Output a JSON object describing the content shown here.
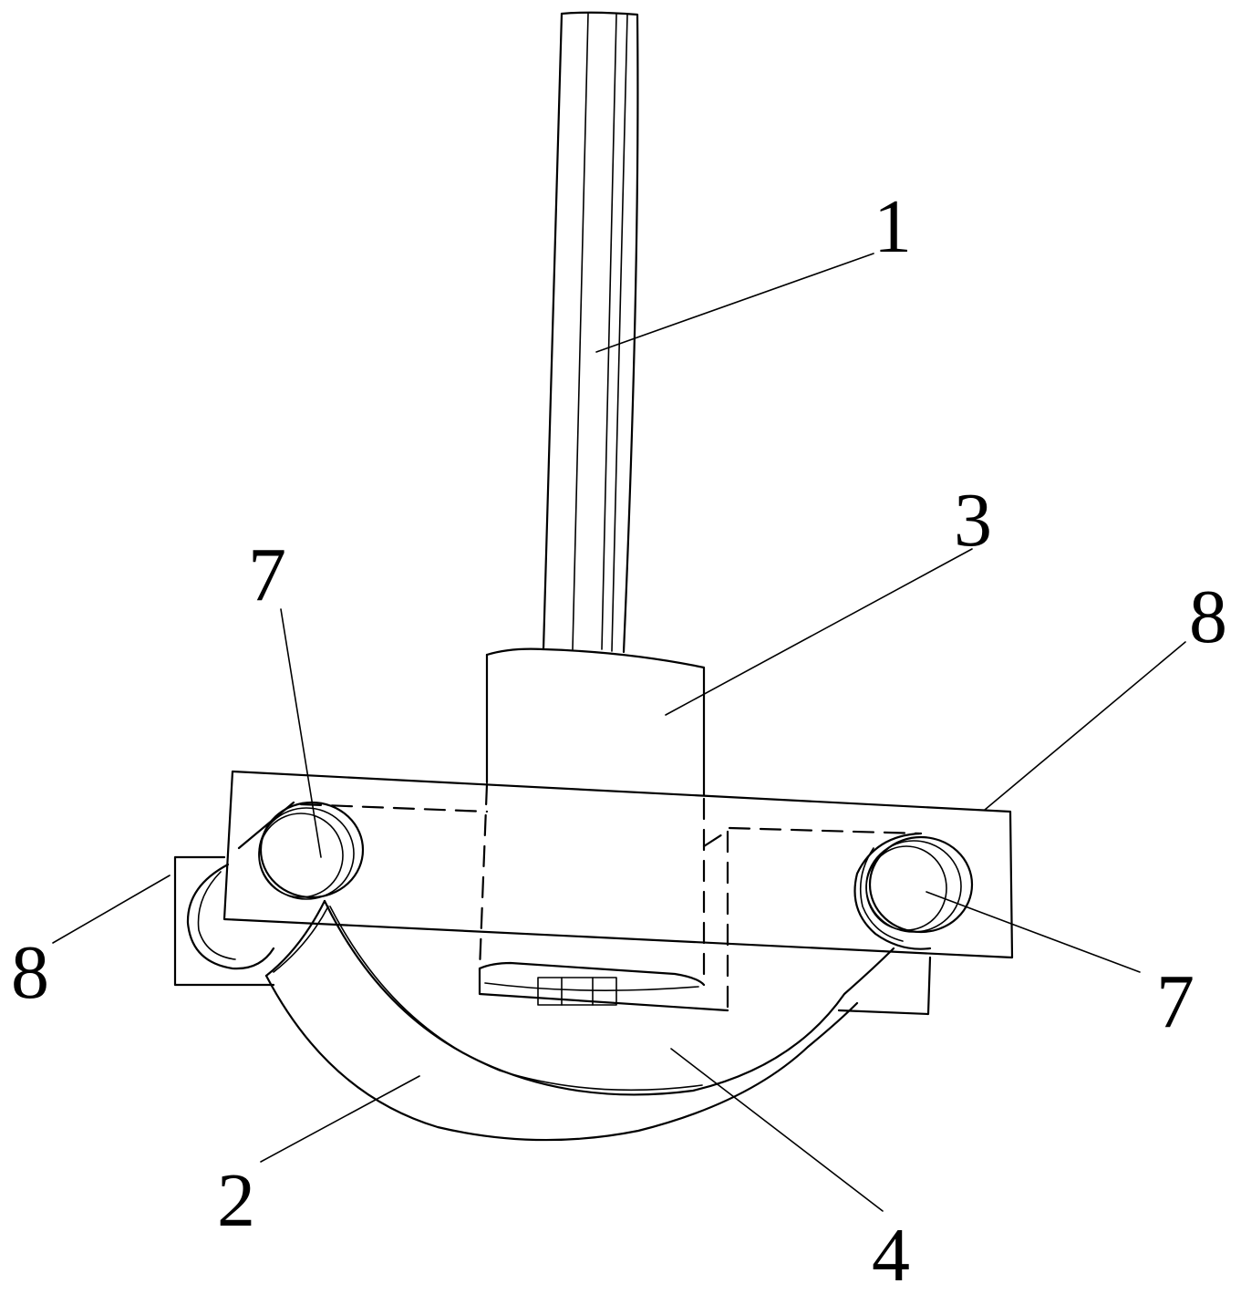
{
  "figure": {
    "labels": {
      "rod": "1",
      "handle": "2",
      "sleeve": "3",
      "arc_plate": "4",
      "pin_left": "7",
      "pin_right": "7",
      "frame_left": "8",
      "frame_right": "8"
    }
  }
}
